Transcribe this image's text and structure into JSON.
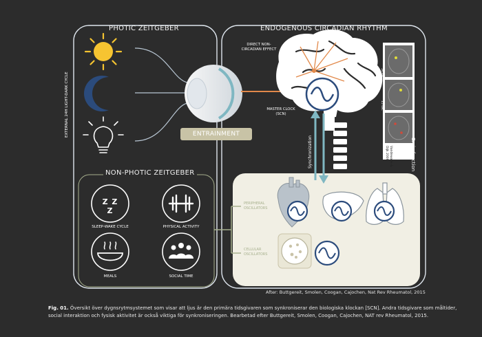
{
  "colors": {
    "background": "#2c2c2c",
    "panel_stroke": "#dfe6ee",
    "sun": "#f6c431",
    "moon": "#2b4b7c",
    "accent_orange": "#e2894a",
    "accent_teal": "#7fb7c2",
    "entrainment": "#c8c3a6",
    "peripheral_panel": "#f1efe4"
  },
  "photic": {
    "title": "PHOTIC ZEITGEBER",
    "side_label": "EXTERNAL 24h LIGHT-DARK CYCLE",
    "icons": [
      "sun-icon",
      "moon-icon",
      "lightbulb-icon"
    ]
  },
  "entrainment": {
    "label": "ENTRAINMENT"
  },
  "non_photic": {
    "title": "NON-PHOTIC ZEITGEBER",
    "items": [
      {
        "label": "SLEEP-WAKE CYCLE",
        "icon": "sleep-icon",
        "glyph": "Z Z Z"
      },
      {
        "label": "PHYSICAL ACTIVITY",
        "icon": "dumbbell-icon"
      },
      {
        "label": "MEALS",
        "icon": "meal-bowl-icon"
      },
      {
        "label": "SOCIAL TIME",
        "icon": "people-icon"
      }
    ]
  },
  "endogenous": {
    "title": "ENDOGENOUS CIRCADIAN RHYTHM",
    "direct_effect": "DIRECT NON-CIRCADIAN EFFECT",
    "master_clock": "MASTER CLOCK (SCN)",
    "synchronization": "Synchronization",
    "brain_function": "Brain function",
    "scan_labels": [
      "Vandewalle &",
      "Dijk 2006",
      "50 sec",
      "15 sec"
    ]
  },
  "peripheral": {
    "peripheral_label": "PERIPHERAL OSCILLATORS",
    "cellular_label": "CELLULAR OSCILLATORS"
  },
  "credit": "After: Buttgereit, Smolen, Coogan, Cajochen, Nat Rev Rheumatol, 2015",
  "caption": {
    "prefix": "Fig. 01.",
    "text": " Översikt över dygnsrytmsystemet som visar att ljus är den primära tidsgivaren som synkroniserar den biologiska klockan [SCN]. Andra tidsgivare som måltider, social interaktion och fysisk aktivitet är också viktiga för synkroniseringen. Bearbetad efter Buttgereit, Smolen, Coogan, Cajochen, NAT rev Rheumatol, 2015."
  }
}
